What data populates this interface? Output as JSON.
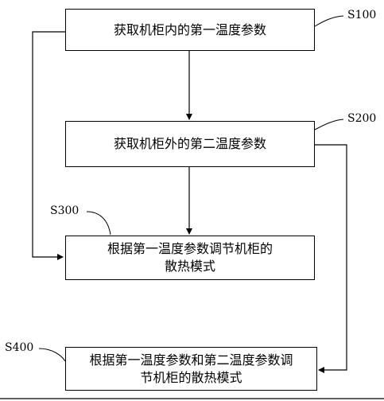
{
  "steps": {
    "s100": {
      "id": "S100",
      "text": "获取机柜内的第一温度参数"
    },
    "s200": {
      "id": "S200",
      "text": "获取机柜外的第二温度参数"
    },
    "s300": {
      "id": "S300",
      "line1": "根据第一温度参数调节机柜的",
      "line2": "散热模式"
    },
    "s400": {
      "id": "S400",
      "line1": "根据第一温度参数和第二温度参数调",
      "line2": "节机柜的散热模式"
    }
  }
}
